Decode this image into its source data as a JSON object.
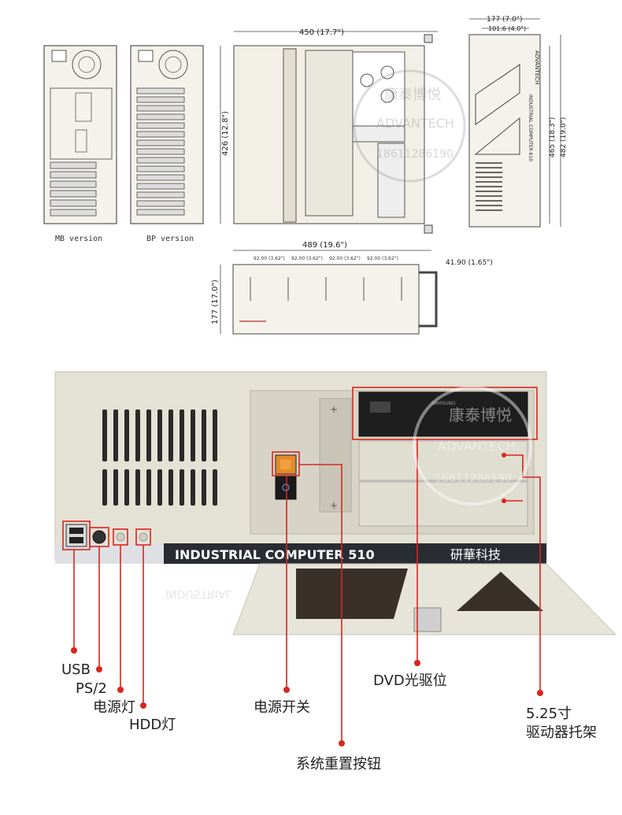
{
  "drawings": {
    "mb_caption": "MB version",
    "bp_caption": "BP version",
    "top_width": "450 (17.7\")",
    "top_depth": "426 (12.8\")",
    "front_width_outer": "177 (7.0\")",
    "front_width_inner": "101.6 (4.0\")",
    "front_height_inner": "465 (18.3\")",
    "front_height_outer": "482 (19.0\")",
    "side_length": "489 (19.6\")",
    "side_handle": "41.90 (1.65\")",
    "side_height": "177 (17.0\")",
    "side_pitches": [
      "92.00 (3.62\")",
      "92.00 (3.62\")",
      "92.00 (3.62\")",
      "92.00 (3.62\")"
    ],
    "front_panel_brand": "ADVANTECH",
    "front_panel_model": "INDUSTRIAL COMPUTER 610"
  },
  "photo": {
    "bar_text": "INDUSTRIAL COMPUTER 510",
    "bar_chinese": "研華科技",
    "dvd_brand": "SAMSUNG"
  },
  "watermark": {
    "cn": "康泰博悦",
    "en": "ADVANTECH",
    "phone": "18611286190"
  },
  "callouts": {
    "usb": "USB",
    "ps2": "PS/2",
    "power_led": "电源灯",
    "hdd_led": "HDD灯",
    "power_switch": "电源开关",
    "reset": "系统重置按钮",
    "dvd": "DVD光驱位",
    "bay_line1": "5.25寸",
    "bay_line2": "驱动器托架"
  },
  "colors": {
    "callout_red": "#d9261c",
    "chassis": "#e3e0d4",
    "line": "#333333"
  }
}
